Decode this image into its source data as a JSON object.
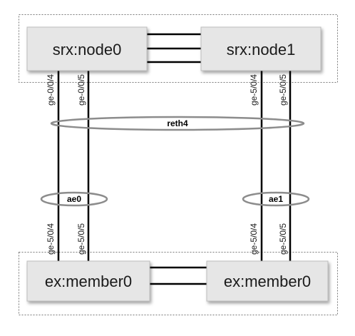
{
  "colors": {
    "node_fill": "#e6e6e6",
    "node_stroke": "#bdbdbd",
    "link": "#000000",
    "ellipse_stroke": "#8c8c8c",
    "cluster_border": "#7a7a7a"
  },
  "srx_cluster": {
    "node0": {
      "label": "srx:node0"
    },
    "node1": {
      "label": "srx:node1"
    }
  },
  "ex_cluster": {
    "member_left": {
      "label": "ex:member0"
    },
    "member_right": {
      "label": "ex:member0"
    }
  },
  "ports": {
    "srx_node0_a": "ge-0/0/4",
    "srx_node0_b": "ge-0/0/5",
    "srx_node1_a": "ge-5/0/4",
    "srx_node1_b": "ge-5/0/5",
    "ex_left_a": "ge-5/0/4",
    "ex_left_b": "ge-5/0/5",
    "ex_right_a": "ge-5/0/4",
    "ex_right_b": "ge-5/0/5"
  },
  "bundles": {
    "reth": "reth4",
    "ae_left": "ae0",
    "ae_right": "ae1"
  }
}
